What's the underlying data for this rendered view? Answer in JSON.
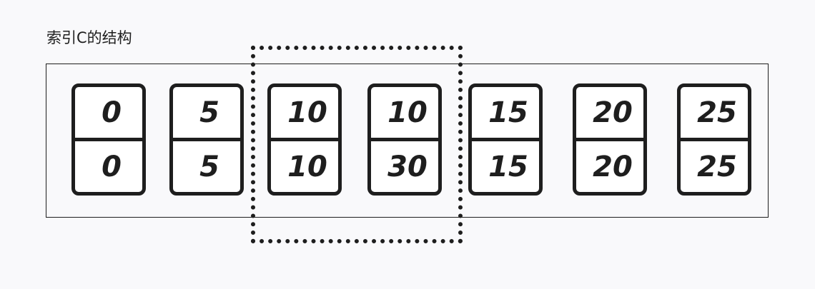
{
  "title": "索引C的结构",
  "entries": [
    {
      "key": "0",
      "value": "0"
    },
    {
      "key": "5",
      "value": "5"
    },
    {
      "key": "10",
      "value": "10"
    },
    {
      "key": "10",
      "value": "30"
    },
    {
      "key": "15",
      "value": "15"
    },
    {
      "key": "20",
      "value": "20"
    },
    {
      "key": "25",
      "value": "25"
    }
  ],
  "highlighted_entries": [
    2,
    3
  ],
  "colors": {
    "ink": "#1e1e1e",
    "background": "#f9f9fb",
    "card_fill": "#ffffff"
  }
}
